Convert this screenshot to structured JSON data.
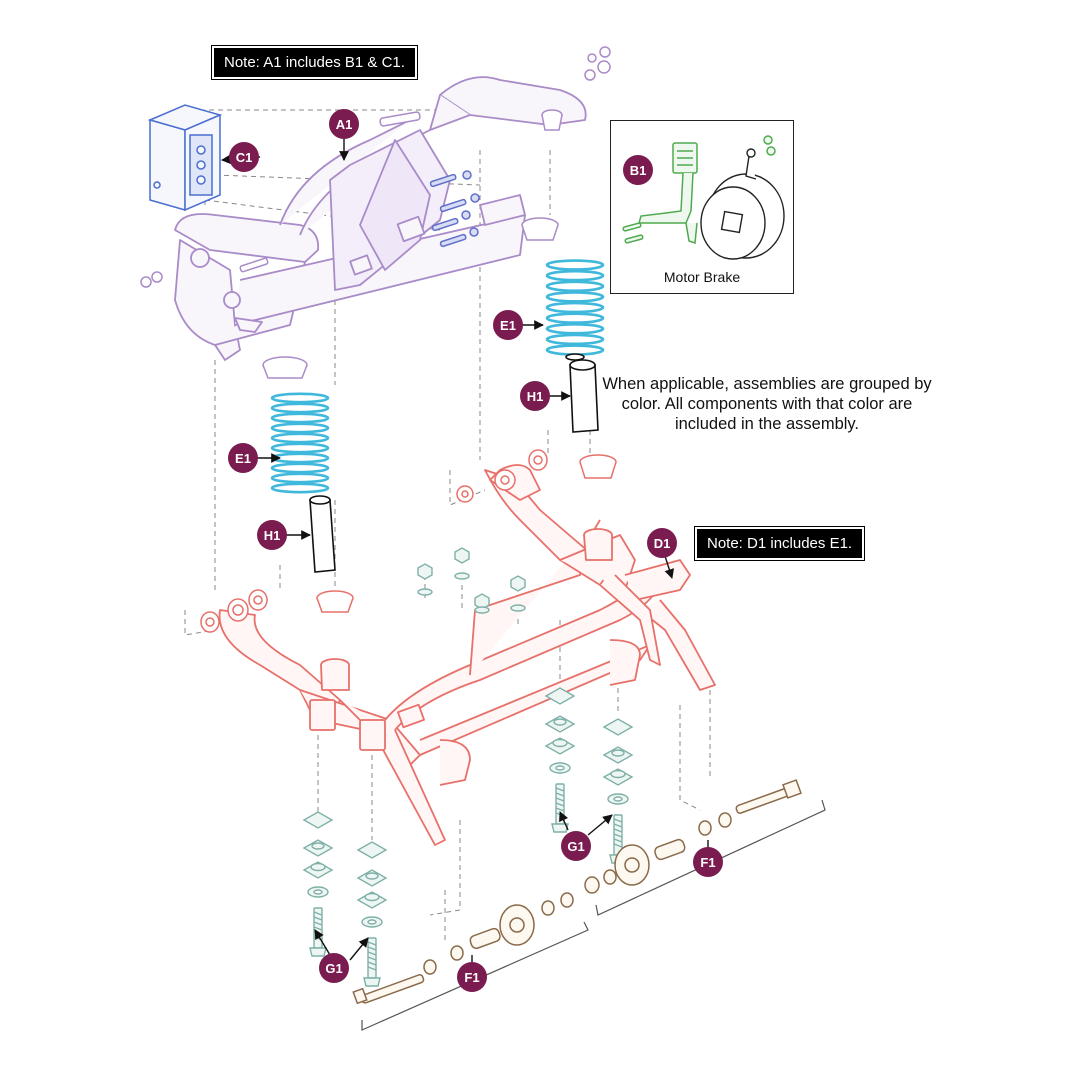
{
  "notes": {
    "a1": "Note: A1 includes B1 & C1.",
    "d1": "Note: D1 includes E1."
  },
  "legend_text": "When applicable, assemblies are grouped by color. All components with that color are included in the assembly.",
  "inset_caption": "Motor Brake",
  "callouts": {
    "a1": "A1",
    "b1": "B1",
    "c1": "C1",
    "d1": "D1",
    "e1_top": "E1",
    "e1_left": "E1",
    "h1_top": "H1",
    "h1_left": "H1",
    "g1_left": "G1",
    "g1_right": "G1",
    "f1_left": "F1",
    "f1_right": "F1"
  },
  "colors": {
    "frame_a1": "#a98bc8",
    "frame_d1": "#e8706a",
    "spring_e1": "#3fb8dc",
    "hardware_g1": "#7fb0a8",
    "brake_b1": "#4faa4f",
    "controller_c1": "#4a6fd0",
    "callout_bg": "#7a1c4f"
  }
}
